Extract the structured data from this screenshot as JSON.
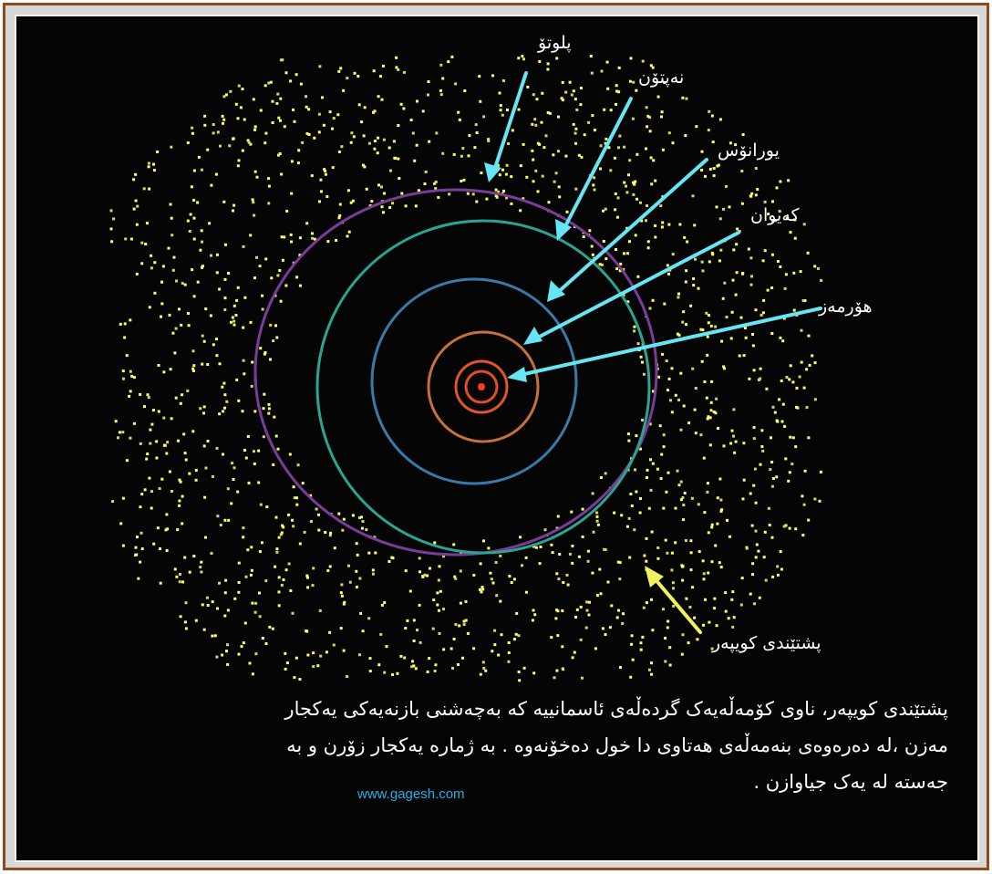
{
  "labels": {
    "pluto": "پلوتۆ",
    "neptune": "نەپتۆن",
    "uranus": "یورانۆس",
    "saturn": "کەیوان",
    "jupiter": "هۆرمەز",
    "kuiper_belt": "پشتێندی کویپەر"
  },
  "caption": {
    "line1": "پشتێندی کویپەر، ناوی کۆمەڵەیەک گردەڵەی ئاسمانییە کە بەچەشنی بازنەیەکی یەکجار",
    "line2": "مەزن ،لە دەرەوەی بنەمەڵەی هەتاوی دا خول دەخۆنەوە . بە ژمارە یەکجار زۆرن و بە",
    "line3": "جەستە لە یەک جیاوازن ."
  },
  "website": "www.gagesh.com",
  "colors": {
    "frame": "#8a4b1e",
    "background": "#050505",
    "dots": "#ffff66",
    "arrow": "#66e6f5",
    "kuiper_arrow": "#f0f060",
    "orbit_pluto": "#7a3c9a",
    "orbit_neptune": "#2aa590",
    "orbit_uranus": "#3a7aa8",
    "orbit_saturn": "#c8703a",
    "orbit_jupiter": "#e0552a",
    "sun": "#e64a2e"
  }
}
